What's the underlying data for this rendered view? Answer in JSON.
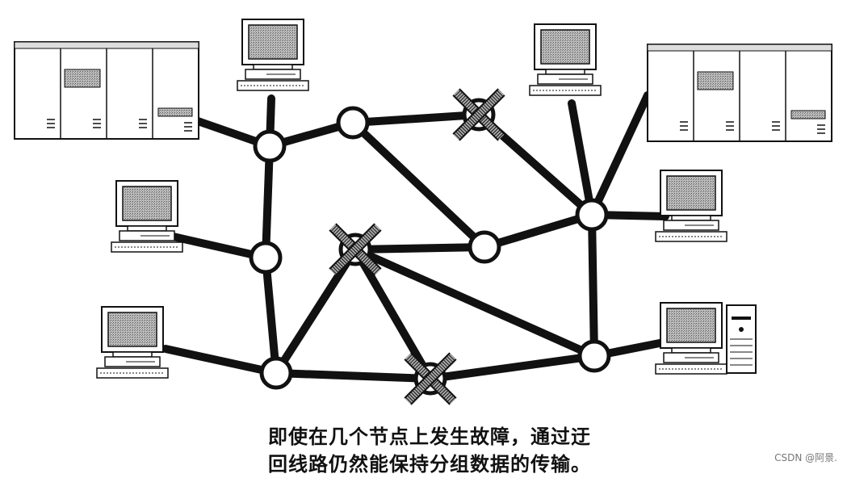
{
  "caption": {
    "line1": "即使在几个节点上发生故障，通过迂",
    "line2": "回线路仍然能保持分组数据的传输。"
  },
  "watermark": "CSDN @阿景.",
  "nodes": [
    {
      "id": "n1",
      "failed": false
    },
    {
      "id": "n2",
      "failed": false
    },
    {
      "id": "n3",
      "failed": true
    },
    {
      "id": "n4",
      "failed": false
    },
    {
      "id": "n5",
      "failed": true
    },
    {
      "id": "n6",
      "failed": false
    },
    {
      "id": "n7",
      "failed": false
    },
    {
      "id": "n8",
      "failed": false
    },
    {
      "id": "n9",
      "failed": true
    },
    {
      "id": "n10",
      "failed": false
    }
  ],
  "links": [
    [
      "n1",
      "n2"
    ],
    [
      "n2",
      "n3"
    ],
    [
      "n1",
      "n4"
    ],
    [
      "n4",
      "n7"
    ],
    [
      "n2",
      "n6"
    ],
    [
      "n3",
      "n6"
    ],
    [
      "n5",
      "n6"
    ],
    [
      "n5",
      "n7"
    ],
    [
      "n5",
      "n9"
    ],
    [
      "n5",
      "n10"
    ],
    [
      "n7",
      "n9"
    ],
    [
      "n9",
      "n10"
    ],
    [
      "n6",
      "n10"
    ]
  ],
  "devices": [
    {
      "type": "mainframe"
    },
    {
      "type": "pc"
    },
    {
      "type": "pc"
    },
    {
      "type": "mainframe"
    },
    {
      "type": "pc"
    },
    {
      "type": "pc"
    },
    {
      "type": "pc"
    },
    {
      "type": "pc-tower"
    }
  ],
  "colors": {
    "line": "#111111",
    "node_fill": "#ffffff",
    "screen": "#9a9a9a",
    "cross": "#a8a8a8"
  }
}
